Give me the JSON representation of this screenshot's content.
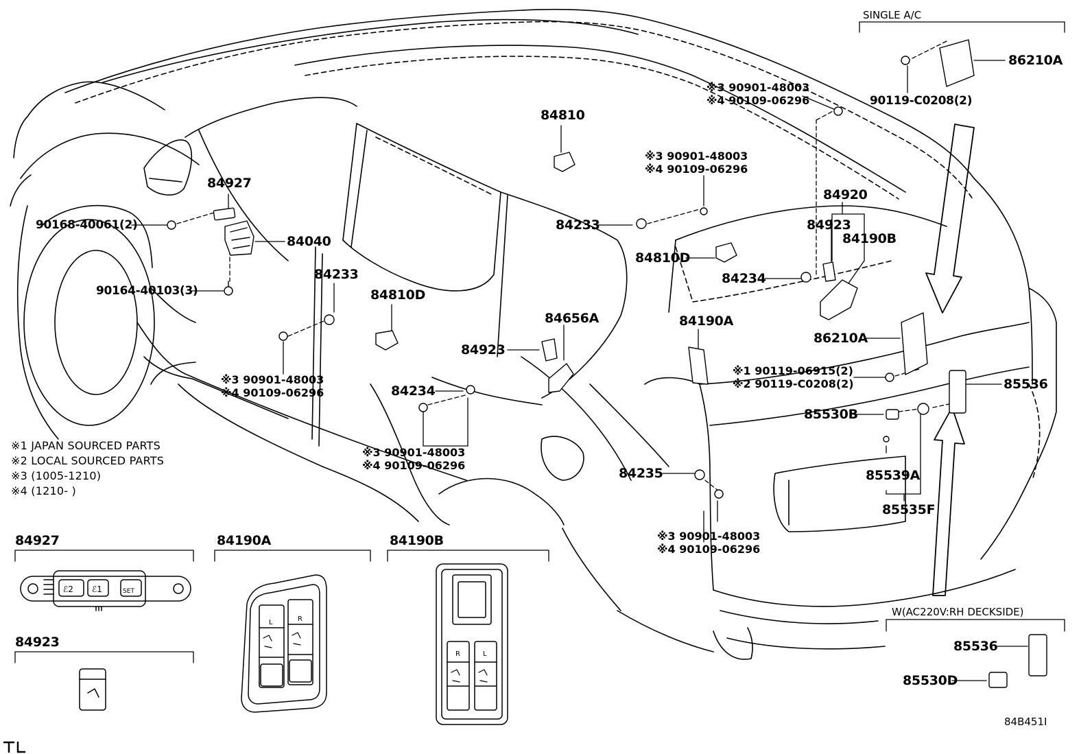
{
  "labels": {
    "p84927": "84927",
    "p90168": "90168-40061(2)",
    "p84040": "84040",
    "p90164": "90164-40103(3)",
    "p84233_a": "84233",
    "p84810D_a": "84810D",
    "p84810": "84810",
    "p84233_b": "84233",
    "p84656A": "84656A",
    "p84923_a": "84923",
    "p84234_a": "84234",
    "p84920": "84920",
    "p84923_b": "84923",
    "p84190B_a": "84190B",
    "p84810D_b": "84810D",
    "p84234_b": "84234",
    "p84190A_a": "84190A",
    "p86210A_a": "86210A",
    "p86210A_b": "86210A",
    "p90119_c": "90119-C0208(2)",
    "p85536_a": "85536",
    "p85530B": "85530B",
    "p85539A": "85539A",
    "p85535F": "85535F",
    "p84235": "84235",
    "single_ac": "SINGLE A/C",
    "w_ac220": "W(AC220V:RH DECKSIDE)",
    "p85536_b": "85536",
    "p85530D": "85530D",
    "diagram_code": "84B451I"
  },
  "callouts": {
    "c_top_right": [
      "※3 90901-48003",
      "※4 90109-06296"
    ],
    "c_mid_top": [
      "※3 90901-48003",
      "※4 90109-06296"
    ],
    "c_left": [
      "※3 90901-48003",
      "※4 90109-06296"
    ],
    "c_center": [
      "※3 90901-48003",
      "※4 90109-06296"
    ],
    "c_bottom": [
      "※3 90901-48003",
      "※4 90109-06296"
    ],
    "c_japan_local": [
      "※1 90119-06915(2)",
      "※2 90119-C0208(2)"
    ]
  },
  "notes": [
    "※1 JAPAN SOURCED PARTS",
    "※2 LOCAL SOURCED PARTS",
    "※3 (1005-1210)",
    "※4 (1210-       )"
  ],
  "insets": {
    "i84927": {
      "title": "84927",
      "buttons": [
        "ℰ2",
        "ℰ1",
        "SET"
      ]
    },
    "i84190A": {
      "title": "84190A",
      "switch_labels": [
        "L",
        "R"
      ]
    },
    "i84190B": {
      "title": "84190B",
      "switch_labels": [
        "R",
        "L"
      ]
    },
    "i84923": {
      "title": "84923"
    }
  }
}
